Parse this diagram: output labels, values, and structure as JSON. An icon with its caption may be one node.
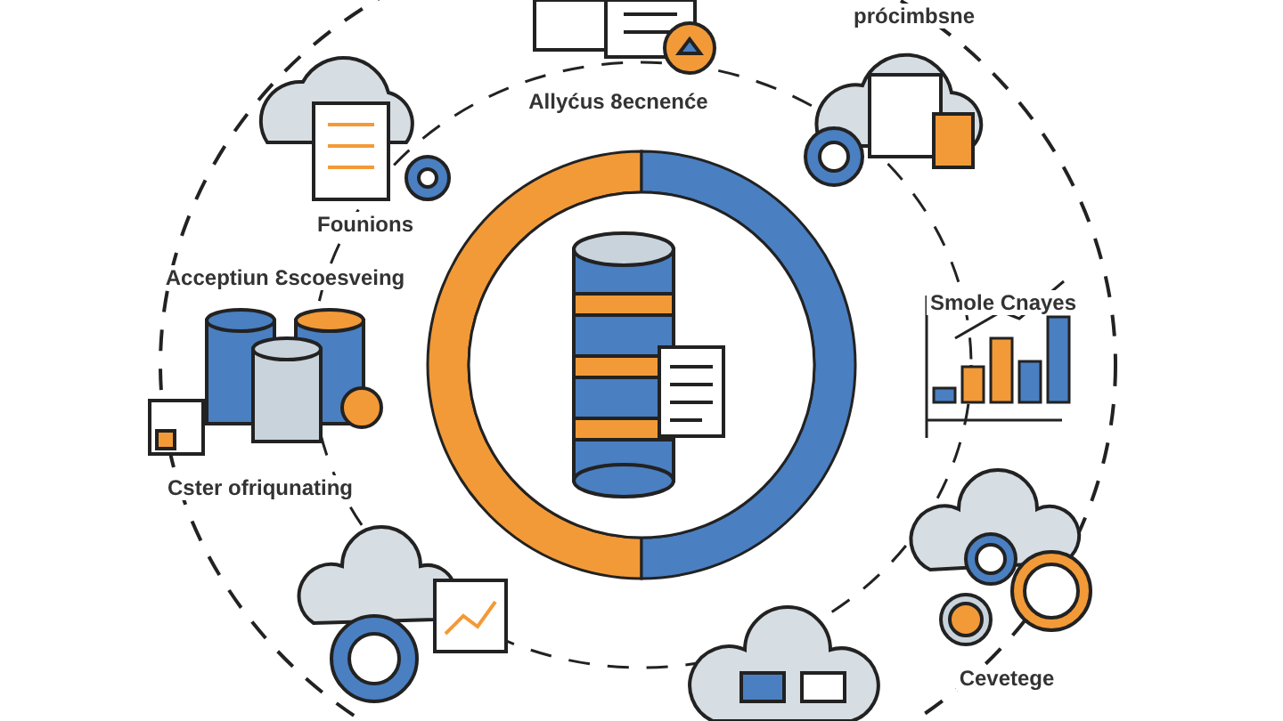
{
  "diagram": {
    "labels": [
      "prócimbsne",
      "Allyćus 8ecnenće",
      "Founions",
      "Acceptiun Ɛscoesveing",
      "Smole Cnayes",
      "Cster ofriqunating",
      "Cevetege"
    ]
  }
}
